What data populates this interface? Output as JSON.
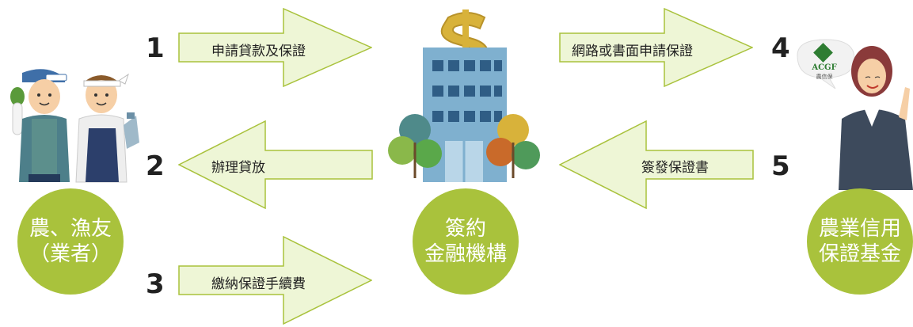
{
  "steps": [
    {
      "num": "1",
      "label": "申請貸款及保證"
    },
    {
      "num": "2",
      "label": "辦理貸放"
    },
    {
      "num": "3",
      "label": "繳納保證手續費"
    },
    {
      "num": "4",
      "label": "網路或書面申請保證"
    },
    {
      "num": "5",
      "label": "簽發保證書"
    }
  ],
  "parties": {
    "farmers": {
      "line1": "農、漁友",
      "line2": "（業者）"
    },
    "bank": {
      "line1": "簽約",
      "line2": "金融機構"
    },
    "fund": {
      "line1": "農業信用",
      "line2": "保證基金"
    }
  },
  "logo": {
    "text": "ACGF",
    "subtext": "農信保"
  },
  "colors": {
    "arrow_fill": "#eef6d6",
    "arrow_stroke": "#a9c23c",
    "circle": "#a9c23c",
    "building": "#7fb0cf"
  }
}
